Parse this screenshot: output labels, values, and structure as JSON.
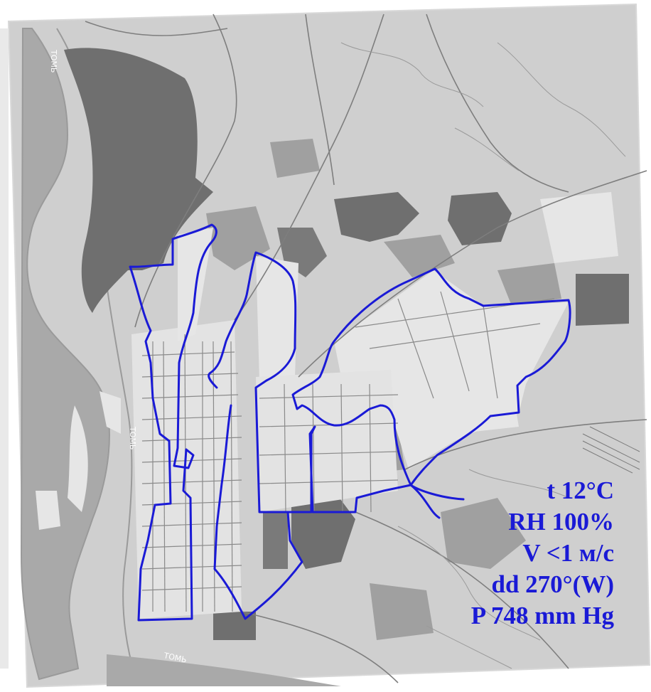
{
  "map": {
    "colors": {
      "background": "#ffffff",
      "sheet": "#cfcfcf",
      "river": "#a9a9a9",
      "river_edge": "#9a9a9a",
      "dark_zone": "#6f6f6f",
      "mid_zone": "#a0a0a0",
      "light_zone": "#e6e6e6",
      "street": "#8a8a8a",
      "route": "#1a1ad6"
    },
    "river_labels": [
      "ТОМЬ",
      "ТОМЬ",
      "ТОМЬ"
    ]
  },
  "weather": {
    "temperature": "t 12°C",
    "humidity": "RH 100%",
    "wind_speed": "V <1 м/с",
    "wind_direction": "dd 270°(W)",
    "pressure": "P 748 mm Hg"
  }
}
